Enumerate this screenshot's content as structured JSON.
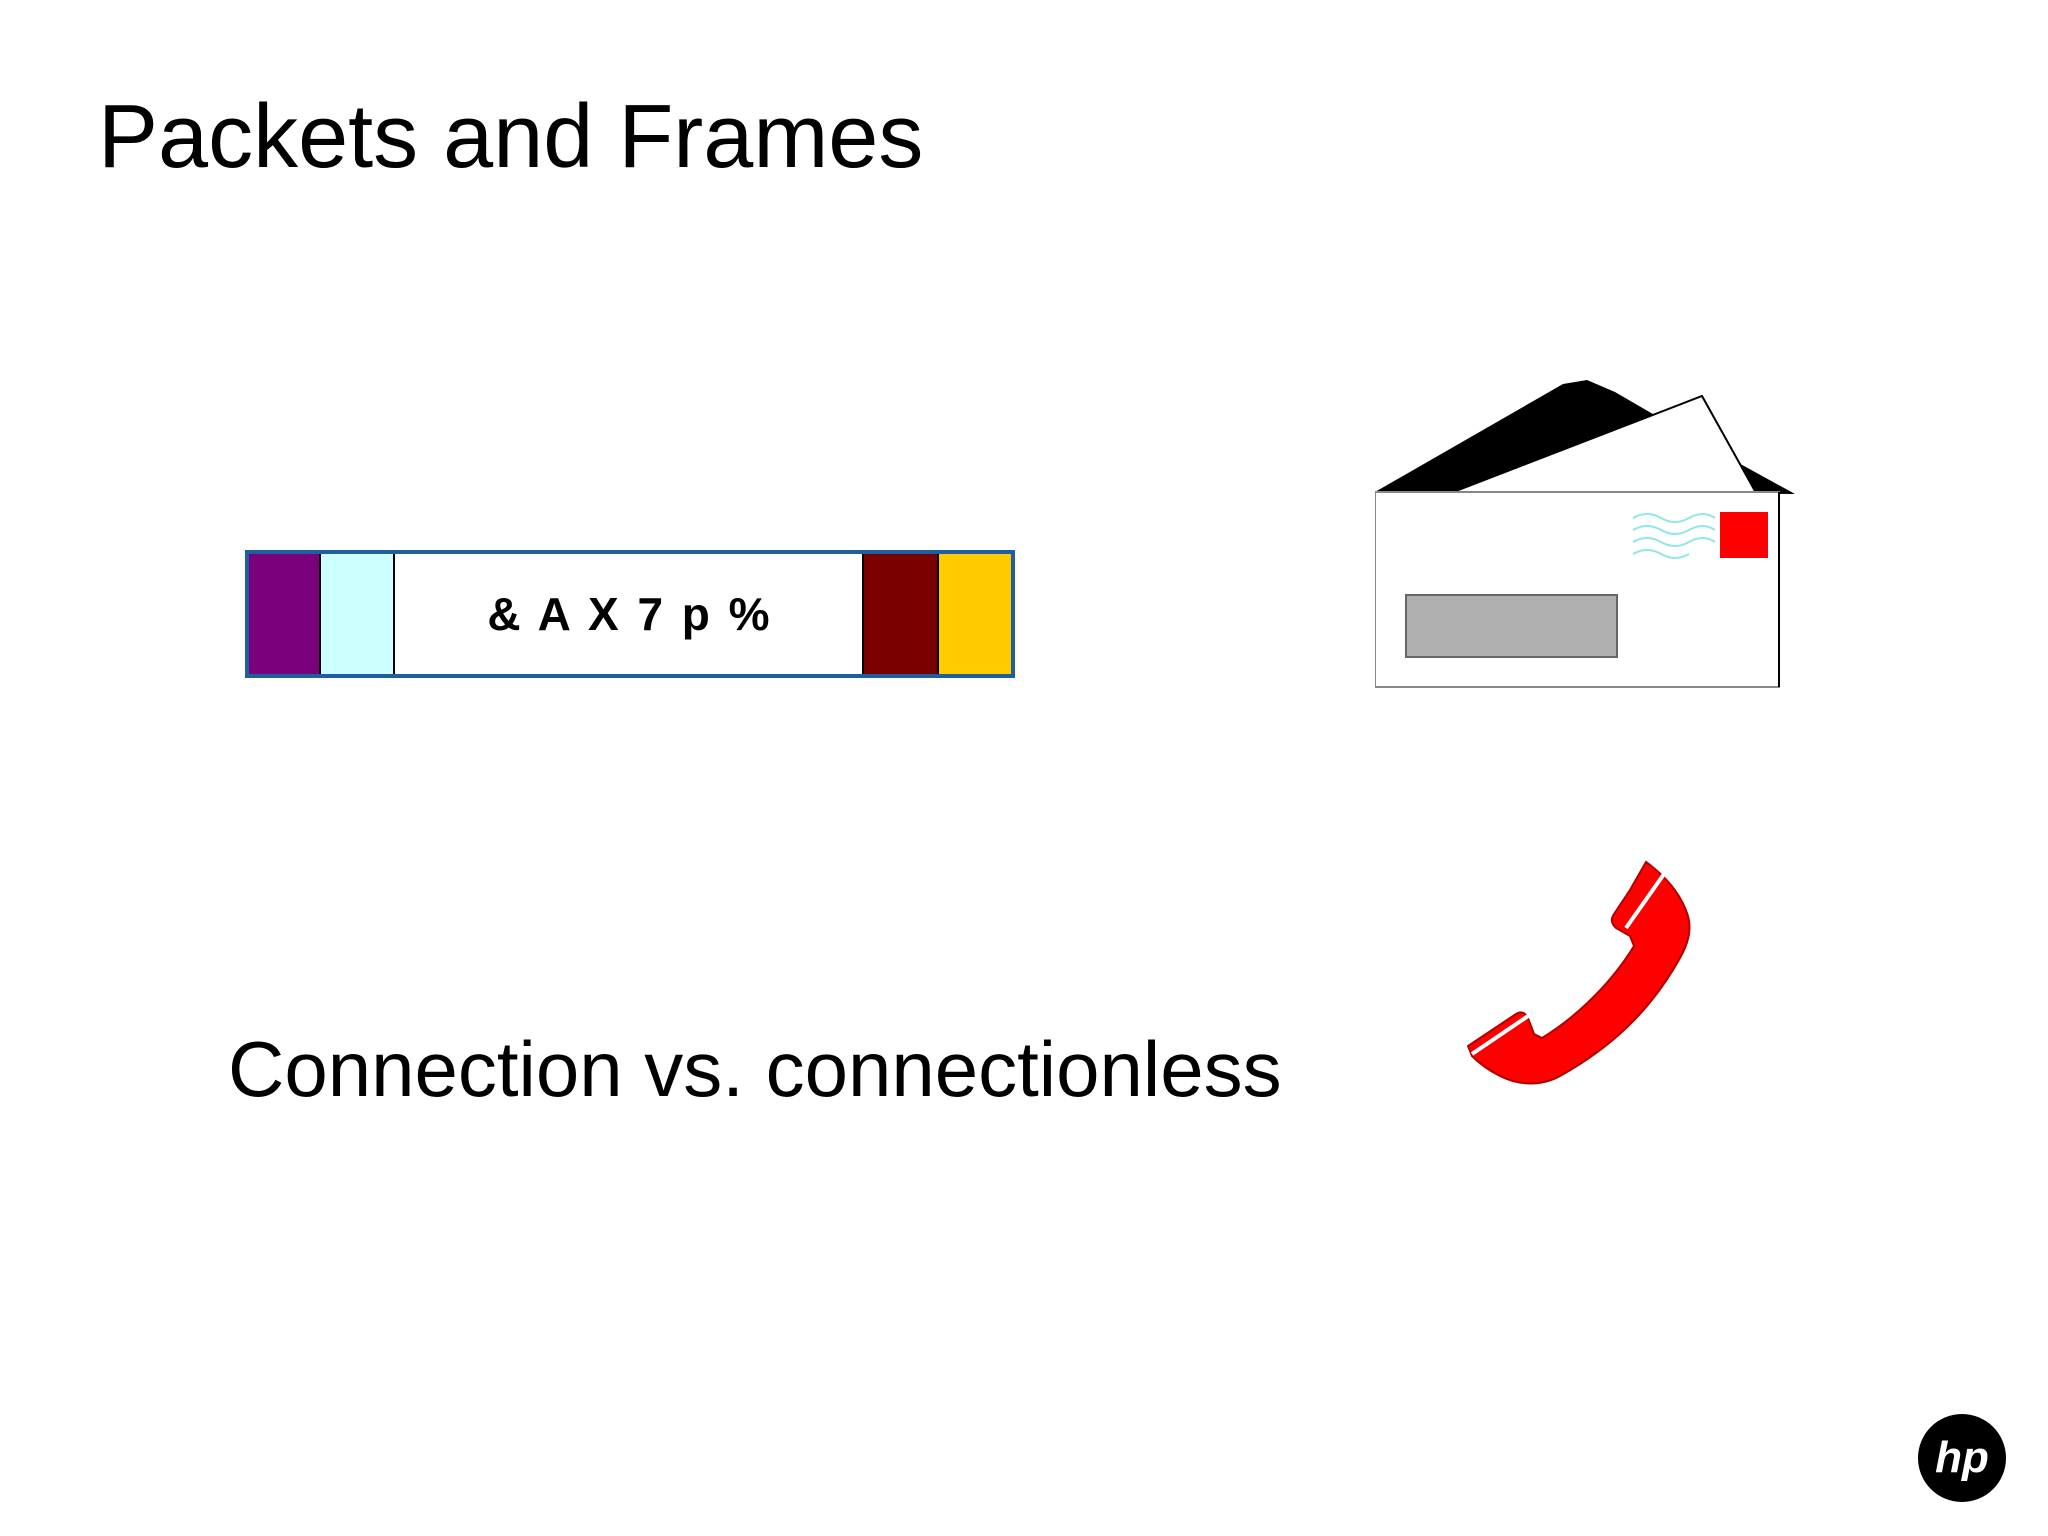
{
  "slide": {
    "title": "Packets and Frames",
    "subtitle": "Connection vs. connectionless"
  },
  "frame": {
    "payload_text": "& A X 7 p %",
    "segments": [
      {
        "name": "header-1",
        "color": "#7b007b"
      },
      {
        "name": "header-2",
        "color": "#ccffff"
      },
      {
        "name": "payload",
        "color": "#ffffff"
      },
      {
        "name": "trailer-1",
        "color": "#7a0000"
      },
      {
        "name": "trailer-2",
        "color": "#ffcc00"
      }
    ],
    "border_color": "#1f5fa0"
  },
  "icons": {
    "envelope": "envelope-icon",
    "phone": "telephone-handset-icon",
    "logo": "hp-logo"
  },
  "logo": {
    "text": "hp"
  },
  "colors": {
    "stamp": "#ff0000",
    "address_box": "#b0b0b0",
    "phone": "#ff0000"
  }
}
